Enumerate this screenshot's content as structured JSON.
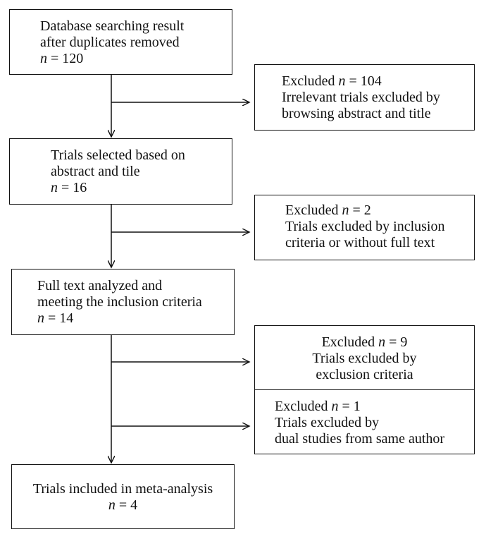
{
  "boxes": {
    "b1": {
      "line1": "Database searching result",
      "line2": "after duplicates removed",
      "n_label": "n",
      "n_value": " = 120"
    },
    "e1": {
      "line1_text": "Excluded ",
      "n_label": "n",
      "n_value": " = 104",
      "line2": "Irrelevant trials excluded by",
      "line3": "browsing abstract and title"
    },
    "b2": {
      "line1": "Trials selected based on",
      "line2": "abstract and tile",
      "n_label": "n",
      "n_value": " = 16"
    },
    "e2": {
      "line1_text": "Excluded ",
      "n_label": "n",
      "n_value": " = 2",
      "line2": "Trials excluded by inclusion",
      "line3": "criteria or without full text"
    },
    "b3": {
      "line1": "Full text analyzed and",
      "line2": "meeting the inclusion criteria",
      "n_label": "n",
      "n_value": " = 14"
    },
    "e3": {
      "line1_text": "Excluded ",
      "n_label": "n",
      "n_value": " = 9",
      "line2": "Trials excluded by",
      "line3": "exclusion criteria"
    },
    "e4": {
      "line1_text": "Excluded ",
      "n_label": "n",
      "n_value": " = 1",
      "line2": "Trials excluded by",
      "line3": "dual studies from same author"
    },
    "b4": {
      "line1": "Trials included in meta-analysis",
      "n_label": "n",
      "n_value": " = 4"
    }
  }
}
